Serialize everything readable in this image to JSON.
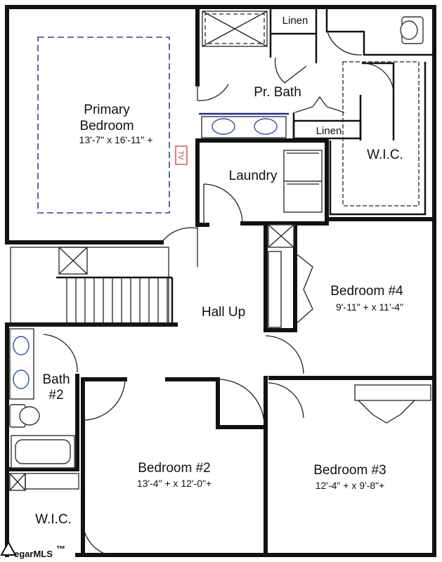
{
  "rooms": {
    "primary_bedroom": {
      "name_line1": "Primary",
      "name_line2": "Bedroom",
      "dims": "13'-7\" x 16'-11\" +"
    },
    "pr_bath": {
      "name": "Pr. Bath"
    },
    "linen_top": {
      "name": "Linen"
    },
    "linen_mid": {
      "name": "Linen"
    },
    "wic_right": {
      "name": "W.I.C."
    },
    "laundry": {
      "name": "Laundry"
    },
    "hall_up": {
      "name": "Hall Up"
    },
    "bedroom4": {
      "name": "Bedroom #4",
      "dims": "9'-11\" + x 11'-4\""
    },
    "bath2": {
      "name_line1": "Bath",
      "name_line2": "#2"
    },
    "bedroom2": {
      "name": "Bedroom #2",
      "dims": "13'-4\" + x 12'-0\"+"
    },
    "bedroom3": {
      "name": "Bedroom #3",
      "dims": "12'-4\" + x 9'-8\"+"
    },
    "wic_left": {
      "name": "W.I.C."
    }
  },
  "tv_label": "TV",
  "watermark": {
    "text": "egarMLS",
    "tm": "™"
  },
  "colors": {
    "wall": "#111111",
    "dashed_outline": "#3b3b9a",
    "vanity_blue": "#1c2f9a",
    "tv_red": "#dd3333"
  }
}
